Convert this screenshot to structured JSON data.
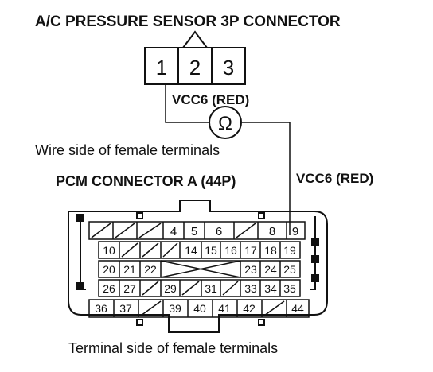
{
  "diagram": {
    "title": "A/C PRESSURE SENSOR 3P CONNECTOR",
    "sensor_pins": [
      "1",
      "2",
      "3"
    ],
    "vcc_label_top": "VCC6 (RED)",
    "ohm_symbol": "Ω",
    "wire_side_caption": "Wire side of female terminals",
    "pcm_connector_label": "PCM CONNECTOR A (44P)",
    "vcc_label_right": "VCC6 (RED)",
    "terminal_side_caption": "Terminal side of female terminals",
    "pcm_pins": {
      "row1": [
        "4",
        "5",
        "6",
        "8",
        "9"
      ],
      "row2": [
        "10",
        "14",
        "15",
        "16",
        "17",
        "18",
        "19"
      ],
      "row3": [
        "20",
        "21",
        "22",
        "23",
        "24",
        "25"
      ],
      "row4": [
        "26",
        "27",
        "29",
        "31",
        "33",
        "34",
        "35"
      ],
      "row5": [
        "36",
        "37",
        "39",
        "40",
        "41",
        "42",
        "44"
      ]
    }
  }
}
